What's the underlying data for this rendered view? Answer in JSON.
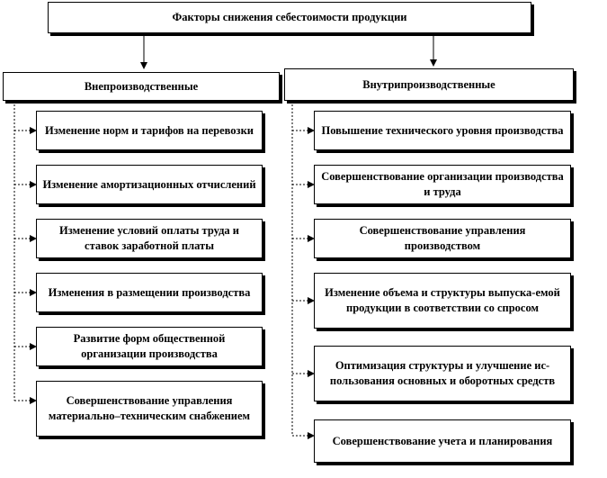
{
  "root": {
    "title": "Факторы снижения себестоимости продукции"
  },
  "external": {
    "title": "Внепроизводственные",
    "items": [
      "Изменение норм и тарифов на перевозки",
      "Изменение амортизационных отчислений",
      "Изменение условий оплаты труда и ставок заработной платы",
      "Изменения в размещении производства",
      "Развитие форм общественной организации производства",
      "Совершенствование управления материально–техническим снабжением"
    ]
  },
  "internal": {
    "title": "Внутрипроизводственные",
    "items": [
      "Повышение технического уровня производства",
      "Совершенствование организации производства и труда",
      "Совершенствование управления производством",
      "Изменение объема и структуры выпуска-емой продукции в соответствии со спросом",
      "Оптимизация структуры и улучшение ис-пользования основных и оборотных средств",
      "Совершенствование учета и планирования"
    ]
  }
}
